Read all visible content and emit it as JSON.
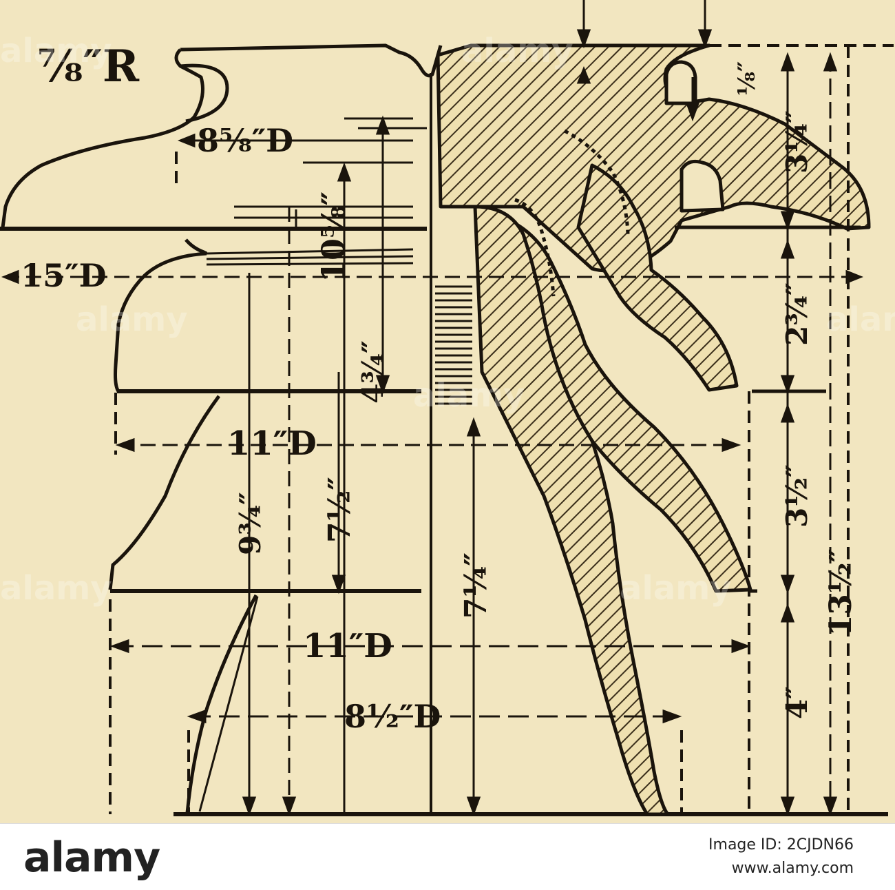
{
  "diagram": {
    "labels": {
      "top_radius": "⅞″R",
      "dia_8_5_8": "8⅝″D",
      "dia_15": "15″D",
      "dia_11_top": "11″D",
      "dia_11_bottom": "11″D",
      "dia_8_1_2": "8½″D",
      "h_10_5_8": "10⅝″",
      "h_4_3_4": "4¾″",
      "h_9_3_4": "9¾″",
      "h_7_1_2": "7½″",
      "h_7_1_4": "7¼″",
      "top_gap": "⅛″",
      "right_3_1_4": "3¼″",
      "right_2_3_4": "2¾″",
      "right_3_1_2": "3½″",
      "right_4": "4″",
      "right_13_1_2": "13½″"
    },
    "watermark": "alamy"
  },
  "footer": {
    "brand": "alamy",
    "image_id": "Image ID: 2CJDN66",
    "site": "www.alamy.com"
  },
  "colors": {
    "paper": "#f2e6c0",
    "ink": "#1a140c"
  }
}
